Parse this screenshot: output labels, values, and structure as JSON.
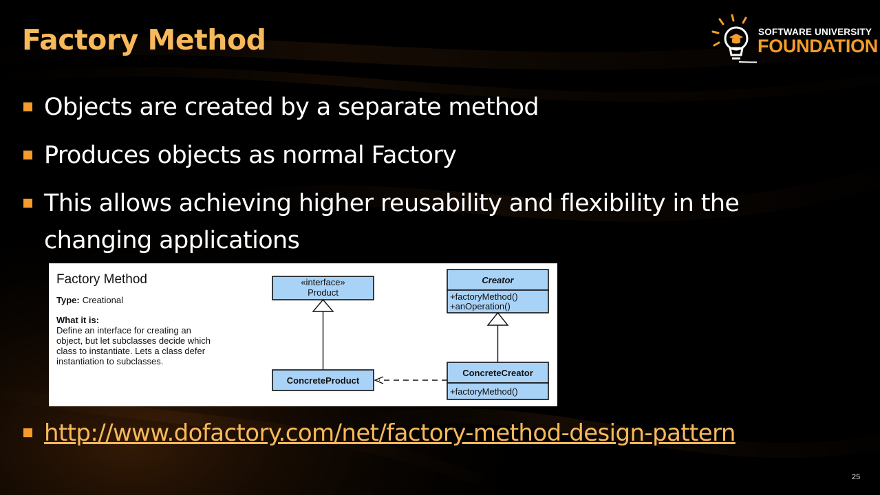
{
  "slide": {
    "title": "Factory Method",
    "page_number": "25",
    "logo": {
      "line1": "SOFTWARE UNIVERSITY",
      "line2": "FOUNDATION"
    },
    "bullets": [
      "Objects are created by a separate method",
      "Produces objects as normal Factory",
      "This allows achieving higher reusability and flexibility in the",
      "changing applications"
    ],
    "link": "http://www.dofactory.com/net/factory-method-design-pattern"
  },
  "diagram": {
    "title": "Factory Method",
    "type_label": "Type:",
    "type_value": "Creational",
    "what_label": "What it is:",
    "what_lines": [
      "Define an interface for creating an",
      "object, but let subclasses decide which",
      "class to instantiate. Lets a class defer",
      "instantiation to subclasses."
    ],
    "product_stereotype": "«interface»",
    "product_name": "Product",
    "concrete_product": "ConcreteProduct",
    "creator": "Creator",
    "creator_methods": [
      "+factoryMethod()",
      "+anOperation()"
    ],
    "concrete_creator": "ConcreteCreator",
    "concrete_creator_method": "+factoryMethod()"
  },
  "colors": {
    "title": "#f7b95b",
    "accent": "#f39c2b",
    "uml_box": "#a9d2f7"
  }
}
